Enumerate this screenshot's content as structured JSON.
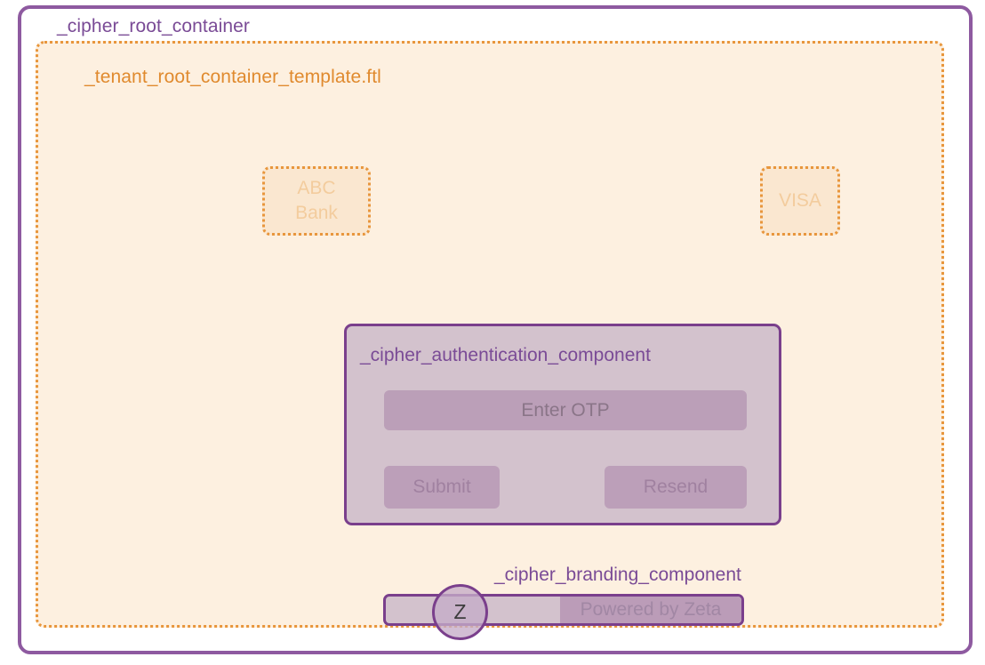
{
  "root_container": {
    "label": "_cipher_root_container",
    "border_color": "#8e5aa0",
    "background": "#ffffff"
  },
  "tenant_container": {
    "label": "_tenant_root_container_template.ftl",
    "border_color": "#e8963c",
    "background": "#fdf0e0"
  },
  "logos": [
    {
      "name": "bank-logo",
      "label": "ABC\nBank",
      "line1": "ABC",
      "line2": "Bank"
    },
    {
      "name": "card-network-logo",
      "label": "VISA",
      "line1": "VISA",
      "line2": ""
    }
  ],
  "auth_component": {
    "label": "_cipher_authentication_component",
    "border_color": "#7a3f8c",
    "background": "#d3c2cd",
    "otp_input": {
      "placeholder": "Enter OTP",
      "value": "",
      "background": "#bb9fb8"
    },
    "buttons": [
      {
        "name": "submit-button",
        "label": "Submit"
      },
      {
        "name": "resend-button",
        "label": "Resend"
      }
    ]
  },
  "branding_component": {
    "label": "_cipher_branding_component",
    "border_color": "#7a3f8c",
    "bar_background": "#d3c2cd",
    "brand_mark": {
      "label": "Z",
      "shape": "circle"
    },
    "powered_by": {
      "label": "Powered by Zeta",
      "background": "#bb9cb8"
    }
  }
}
